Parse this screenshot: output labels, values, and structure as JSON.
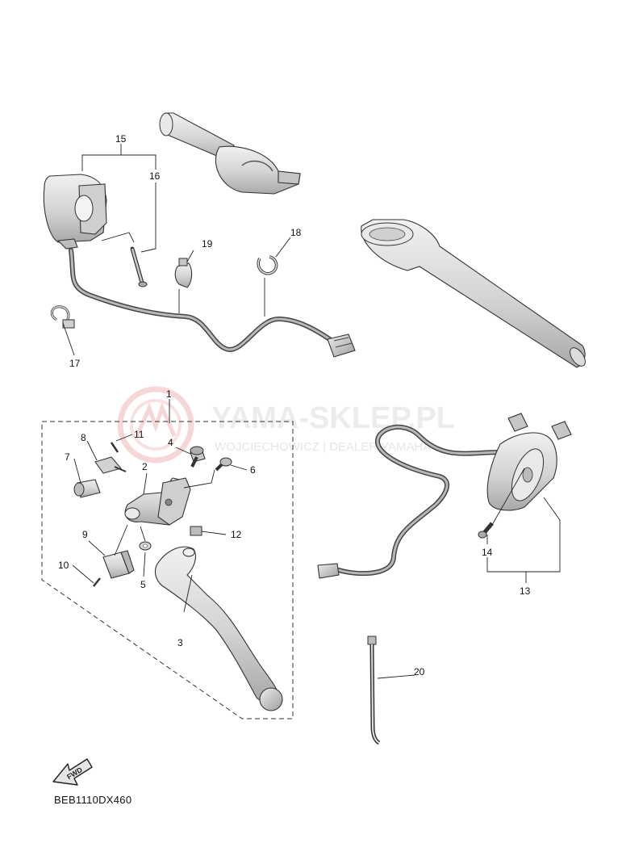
{
  "watermark": {
    "main": "YAMA-SKLEP.PL",
    "sub": "WOJCIECHOWICZ | DEALER YAMAHA"
  },
  "callouts": {
    "c1": "1",
    "c2": "2",
    "c3": "3",
    "c4": "4",
    "c5": "5",
    "c6": "6",
    "c7": "7",
    "c8": "8",
    "c9": "9",
    "c10": "10",
    "c11": "11",
    "c12": "12",
    "c13": "13",
    "c14": "14",
    "c15": "15",
    "c16": "16",
    "c17": "17",
    "c18": "18",
    "c19": "19",
    "c20": "20"
  },
  "fwd_label": "FWD",
  "diagram_code": "BEB1110DX460",
  "colors": {
    "part_fill": "#dcdcdc",
    "part_shade": "#b9b9b9",
    "line": "#222222",
    "watermark_logo": "#f2c4c4"
  }
}
